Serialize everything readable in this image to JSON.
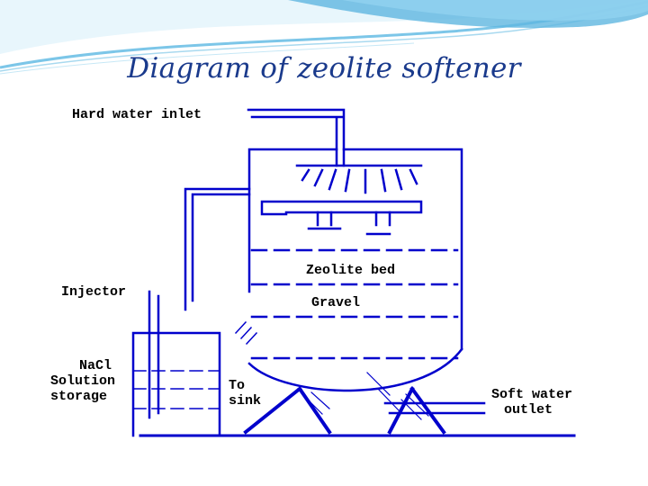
{
  "slide": {
    "title": "Diagram of zeolite softener"
  },
  "theme": {
    "title_color": "#1a3a8c",
    "diagram_color": "#0000cc",
    "label_color": "#000000",
    "swoosh_color": "#7cc6e8"
  },
  "labels": {
    "hard_water_inlet": "Hard water inlet",
    "zeolite_bed": "Zeolite bed",
    "gravel": "Gravel",
    "injector": "Injector",
    "nacl_line1": "NaCl",
    "nacl_line2": "Solution",
    "nacl_line3": "storage",
    "to_sink_line1": "To",
    "to_sink_line2": "sink",
    "soft_water_line1": "Soft water",
    "soft_water_line2": "outlet"
  }
}
